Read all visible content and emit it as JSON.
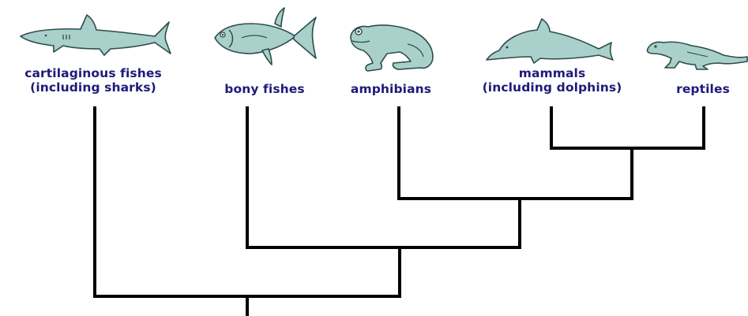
{
  "colors": {
    "animal_fill": "#a9d0cb",
    "animal_stroke": "#2c4d49",
    "label": "#1f1a78",
    "branch": "#000000"
  },
  "taxa": [
    {
      "id": "cartilaginous",
      "label_line1": "cartilaginous fishes",
      "label_line2": "(including sharks)",
      "icon": "shark-icon"
    },
    {
      "id": "bony",
      "label_line1": "bony fishes",
      "label_line2": "",
      "icon": "tuna-icon"
    },
    {
      "id": "amphibians",
      "label_line1": "amphibians",
      "label_line2": "",
      "icon": "frog-icon"
    },
    {
      "id": "mammals",
      "label_line1": "mammals",
      "label_line2": "(including dolphins)",
      "icon": "dolphin-icon"
    },
    {
      "id": "reptiles",
      "label_line1": "reptiles",
      "label_line2": "",
      "icon": "lizard-icon"
    }
  ]
}
